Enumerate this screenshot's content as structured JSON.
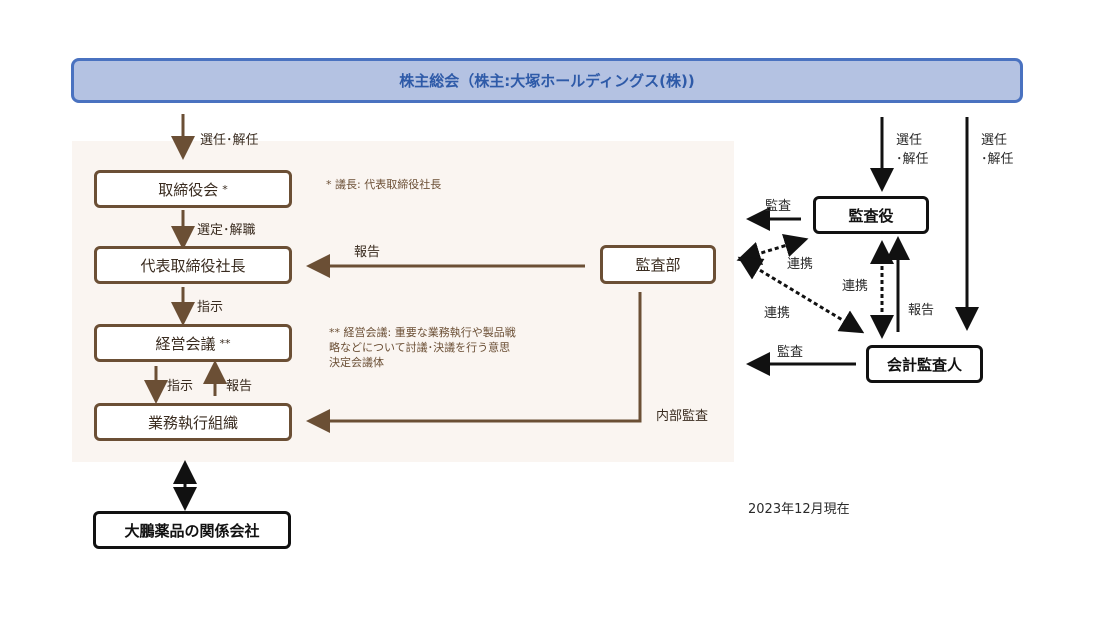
{
  "top": {
    "label": "株主総会（株主:大塚ホールディングス(株))"
  },
  "boxes": {
    "board": "取締役会",
    "board_mark": "*",
    "president": "代表取締役社長",
    "mgmt": "経営会議",
    "mgmt_mark": "**",
    "exec": "業務執行組織",
    "audit_dept": "監査部",
    "auditor": "監査役",
    "accountant": "会計監査人",
    "affiliates": "大鵬薬品の関係会社"
  },
  "labels": {
    "elect_dismiss": "選任･解任",
    "select_dismiss": "選定･解職",
    "instruct1": "指示",
    "instruct2": "指示",
    "report1": "報告",
    "report2": "報告",
    "report3": "報告",
    "internal_audit": "内部監査",
    "audit1": "監査",
    "audit2": "監査",
    "link1": "連携",
    "link2": "連携",
    "link3": "連携",
    "elect2_a": "選任",
    "elect2_b": "･解任",
    "elect3_a": "選任",
    "elect3_b": "･解任"
  },
  "notes": {
    "board_note": "* 議長: 代表取締役社長",
    "mgmt_note_1": "** 経営会議: 重要な業務執行や製品戦",
    "mgmt_note_2": "略などについて討議･決議を行う意思",
    "mgmt_note_3": "決定会議体"
  },
  "date": "2023年12月現在",
  "colors": {
    "brown": "#6b4f35",
    "blue_border": "#4a72c0",
    "blue_fill": "#b4c2e2",
    "black": "#111111",
    "panel": "#faf5f1"
  }
}
